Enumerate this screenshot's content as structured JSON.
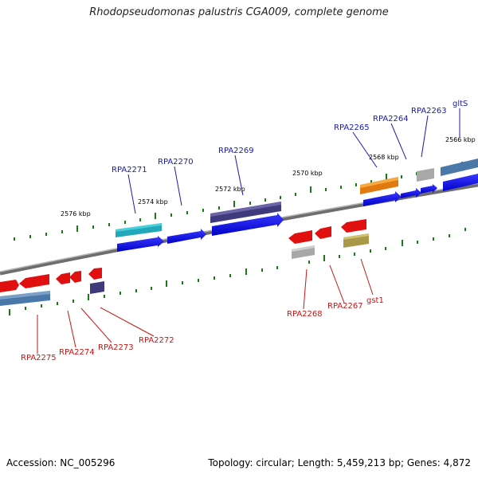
{
  "title": "Rhodopseudomonas palustris CGA009, complete genome",
  "footer": {
    "accession": "Accession: NC_005296",
    "stats": "Topology: circular; Length: 5,459,213 bp; Genes: 4,872"
  },
  "colors": {
    "forward_label": "#1a1ab4",
    "reverse_label": "#c81414",
    "backbone": "#7a7a7a",
    "tick": "#1a7a1a"
  },
  "ticks": [
    "2576 kbp",
    "2574 kbp",
    "2572 kbp",
    "2570 kbp",
    "2568 kbp",
    "2566 kbp"
  ],
  "forward_genes": [
    "RPA2271",
    "RPA2270",
    "RPA2269",
    "RPA2265",
    "RPA2264",
    "RPA2263",
    "gltS"
  ],
  "reverse_genes": [
    "RPA2275",
    "RPA2274",
    "RPA2273",
    "RPA2272",
    "RPA2268",
    "RPA2267",
    "gst1"
  ]
}
